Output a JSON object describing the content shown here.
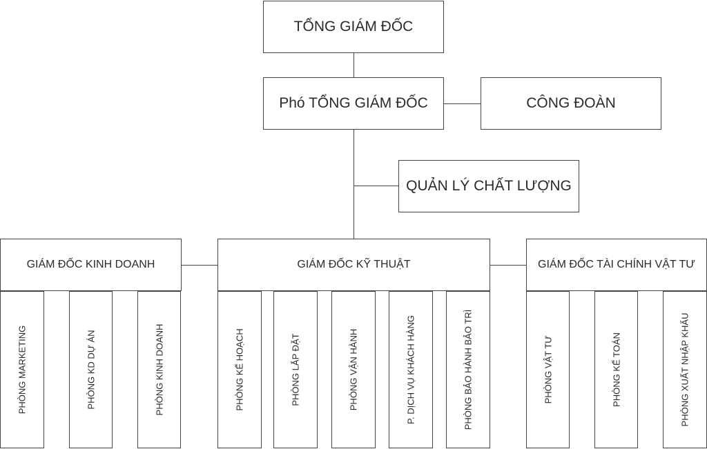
{
  "top": "TỔNG GIÁM ĐỐC",
  "deputy": "Phó TỔNG GIÁM ĐỐC",
  "union": "CÔNG ĐOÀN",
  "quality": "QUẢN LÝ CHẤT LƯỢNG",
  "directors": {
    "business": "GIÁM ĐỐC KINH DOANH",
    "technical": "GIÁM ĐỐC KỸ THUẬT",
    "finance": "GIÁM ĐỐC TÀI CHÍNH VẬT TƯ"
  },
  "departments": {
    "business": [
      "PHÒNG MARKETING",
      "PHÒNG KD DỰ ÁN",
      "PHÒNG KINH DOANH"
    ],
    "technical": [
      "PHÒNG KẾ HOẠCH",
      "PHÒNG LẮP ĐẶT",
      "PHÒNG VẬN HÀNH",
      "P. DỊCH VỤ KHÁCH HÀNG",
      "PHÒNG BẢO HÀNH BẢO TRÌ"
    ],
    "finance": [
      "PHÒNG VẬT TƯ",
      "PHÒNG KẾ TOÁN",
      "PHÒNG XUẤT NHẬP KHẨU"
    ]
  }
}
